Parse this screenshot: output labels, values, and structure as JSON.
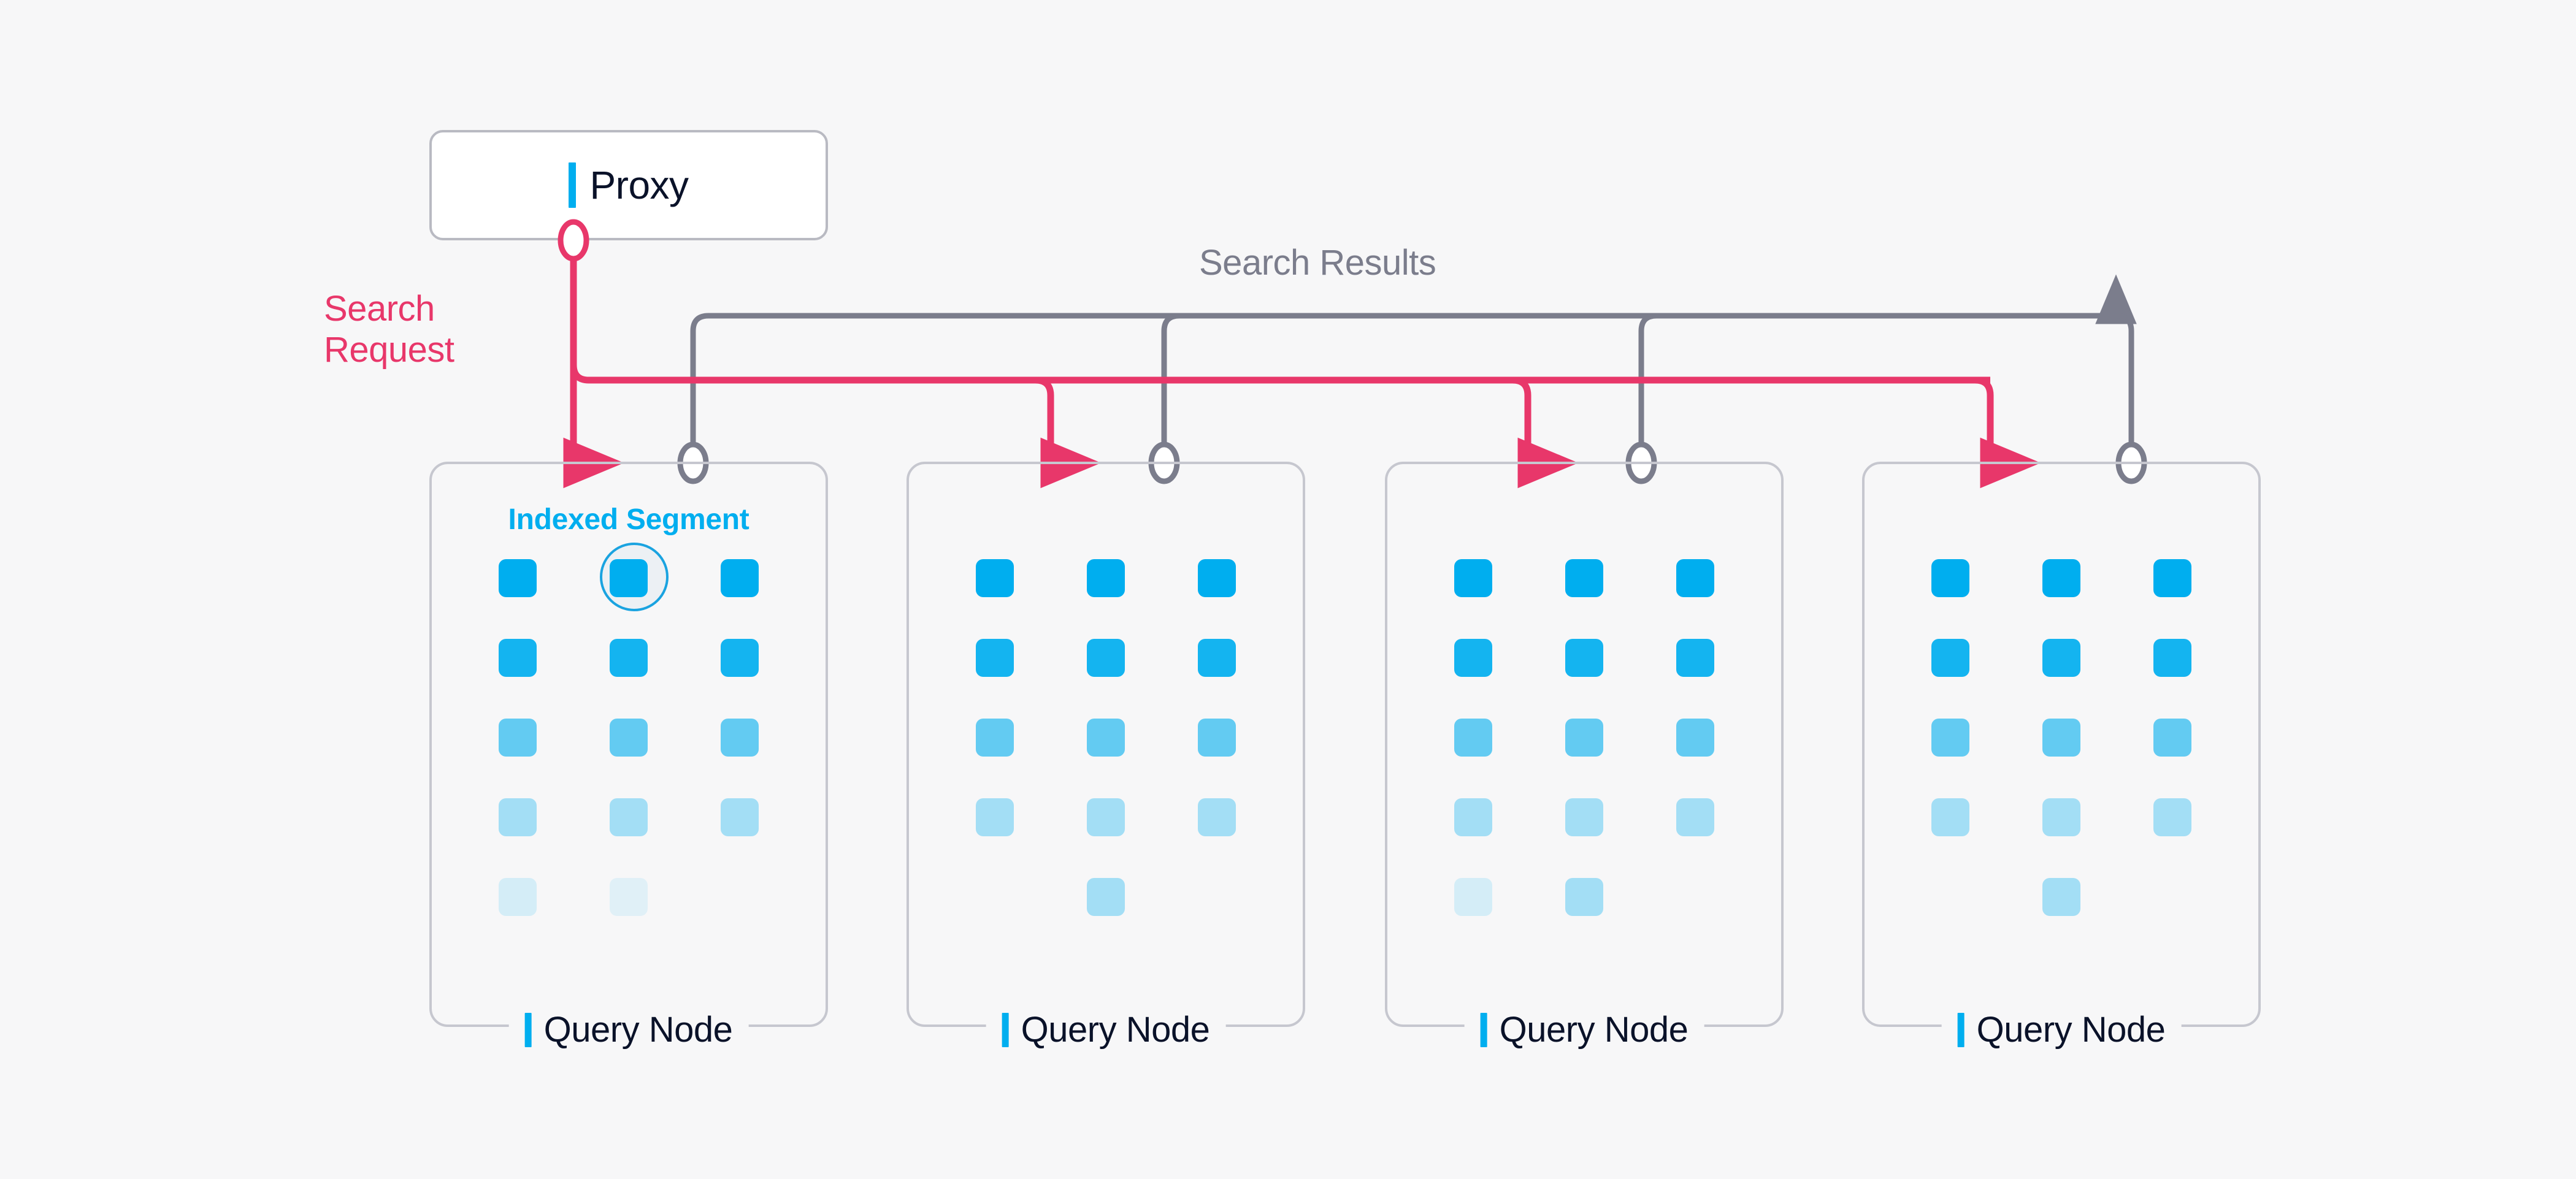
{
  "diagram": {
    "title": "Proxy and Query Node search flow",
    "background_color": "#f7f7f8",
    "accent_color": "#00AEEF",
    "request_color": "#e8376a",
    "result_color": "#7b7d8c"
  },
  "proxy": {
    "label": "Proxy"
  },
  "flows": {
    "request_label": "Search\nRequest",
    "request_label_line1": "Search",
    "request_label_line2": "Request",
    "results_label": "Search Results"
  },
  "nodes": [
    {
      "label": "Query Node",
      "segment_title": "Indexed Segment",
      "highlighted": true,
      "grid": [
        [
          "lv1",
          "lv1",
          "lv1"
        ],
        [
          "lv2",
          "lv2",
          "lv2"
        ],
        [
          "lv3",
          "lv3",
          "lv3"
        ],
        [
          "lv4",
          "lv4",
          "lv4"
        ],
        [
          "lv5",
          "lv6",
          "lv0"
        ]
      ]
    },
    {
      "label": "Query Node",
      "segment_title": "",
      "highlighted": false,
      "grid": [
        [
          "lv1",
          "lv1",
          "lv1"
        ],
        [
          "lv2",
          "lv2",
          "lv2"
        ],
        [
          "lv3",
          "lv3",
          "lv3"
        ],
        [
          "lv4",
          "lv4",
          "lv4"
        ],
        [
          "lv0",
          "lv4",
          "lv0"
        ]
      ]
    },
    {
      "label": "Query Node",
      "segment_title": "",
      "highlighted": false,
      "grid": [
        [
          "lv1",
          "lv1",
          "lv1"
        ],
        [
          "lv2",
          "lv2",
          "lv2"
        ],
        [
          "lv3",
          "lv3",
          "lv3"
        ],
        [
          "lv4",
          "lv4",
          "lv4"
        ],
        [
          "lv5",
          "lv4",
          "lv0"
        ]
      ]
    },
    {
      "label": "Query Node",
      "segment_title": "",
      "highlighted": false,
      "grid": [
        [
          "lv1",
          "lv1",
          "lv1"
        ],
        [
          "lv2",
          "lv2",
          "lv2"
        ],
        [
          "lv3",
          "lv3",
          "lv3"
        ],
        [
          "lv4",
          "lv4",
          "lv4"
        ],
        [
          "lv0",
          "lv4",
          "lv0"
        ]
      ]
    }
  ]
}
